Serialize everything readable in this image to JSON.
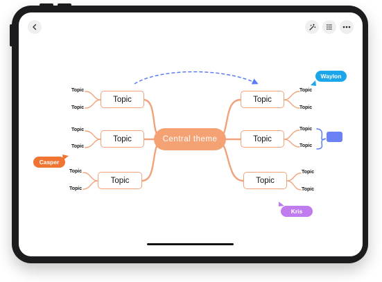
{
  "central_topic": "Central theme",
  "left_topics": [
    {
      "label": "Topic",
      "subtopics": [
        "Topic",
        "Topic"
      ]
    },
    {
      "label": "Topic",
      "subtopics": [
        "Topic",
        "Topic"
      ]
    },
    {
      "label": "Topic",
      "subtopics": [
        "Topic",
        "Topic"
      ]
    }
  ],
  "right_topics": [
    {
      "label": "Topic",
      "subtopics": [
        "Topic",
        "Topic"
      ]
    },
    {
      "label": "Topic",
      "subtopics": [
        "Topic",
        "Topic"
      ]
    },
    {
      "label": "Topic",
      "subtopics": [
        "Topic",
        "Topic"
      ]
    }
  ],
  "collaborators": [
    {
      "name": "Waylon",
      "color": "#1aa6e8"
    },
    {
      "name": "Casper",
      "color": "#f07432"
    },
    {
      "name": "Kris",
      "color": "#c07bef"
    }
  ],
  "colors": {
    "branch": "#f0a27a",
    "central": "#f4a273",
    "relation_arrow": "#5b7cf5",
    "summary": "#6b82f7"
  },
  "toolbar": {
    "back_icon": "chevron-left-icon",
    "magic_icon": "magic-wand-icon",
    "outline_icon": "list-icon",
    "more_icon": "more-dots-icon"
  }
}
